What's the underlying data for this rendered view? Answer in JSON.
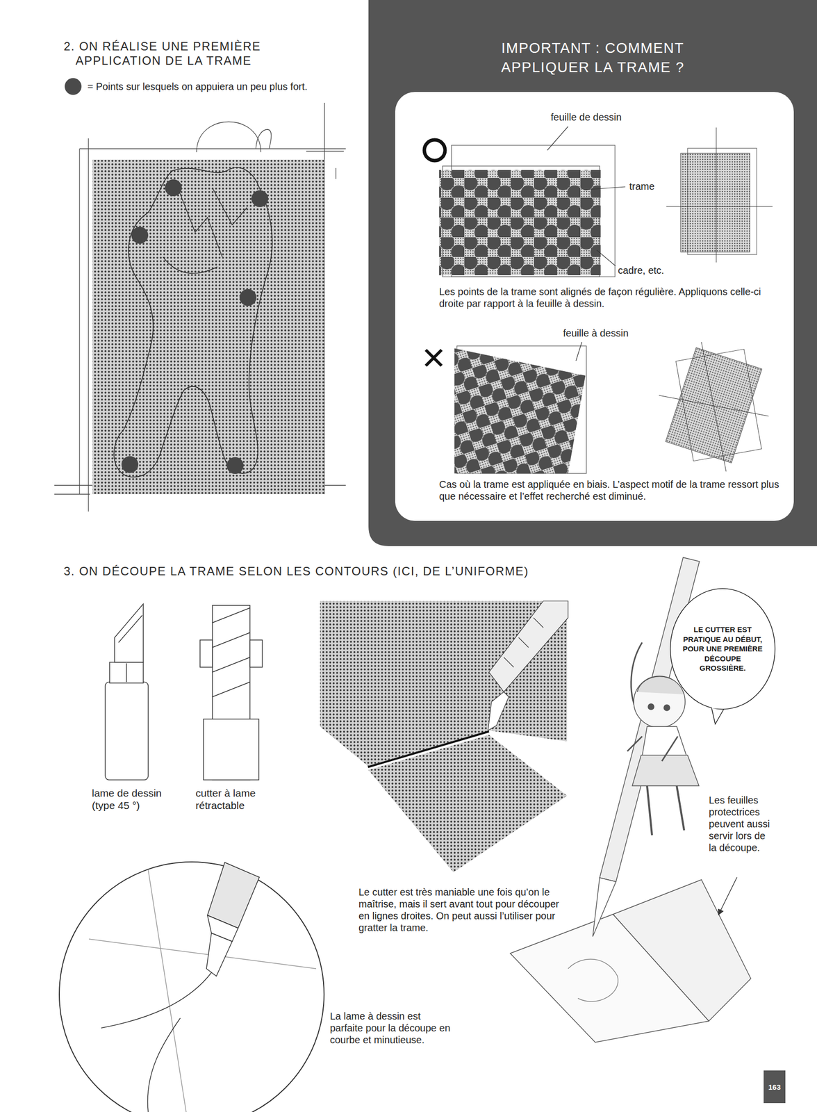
{
  "diagram": {
    "nodes": [
      {
        "text": [
          "IMPORTANT : COMMENT APPLIQUER LA TRAME ?"
        ]
      },
      {
        "text": [
          "feuille de dessin",
          "trame",
          "cadre, etc.",
          "Les points de la trame sont alignés de façon régulière. Appliquons celle-ci droite par rapport à la feuille à dessin.",
          "feuille à dessin",
          "Cas où la trame est appliquée en biais. L’aspect motif de la trame ressort plus que nécessaire et l’effet recherché est diminué."
        ],
        "in": 0
      },
      {
        "text": [
          "LE CUTTER EST PRATIQUE AU DÉBUT, POUR UNE PREMIÈRE DÉCOUPE GROSSIÈRE."
        ]
      },
      {
        "text": [
          "163"
        ]
      }
    ],
    "labels": [
      "2. ON RÉALISE UNE PREMIÈRE APPLICATION DE LA TRAME",
      "3. ON DÉCOUPE LA TRAME SELON LES CONTOURS (ICI, DE L’UNIFORME)",
      "lame de dessin (type 45 °)",
      "cutter à lame rétractable",
      "Le cutter est très maniable une fois qu’on le maîtrise, mais il sert avant tout pour découper en lignes droites. On peut aussi l’utiliser pour gratter la trame.",
      "La lame à dessin est parfaite pour la découpe en courbe et minutieuse.",
      "Les feuilles protectrices peuvent aussi servir lors de la découpe."
    ],
    "legend": [
      {
        "text": "= Points sur lesquels on appuiera un peu plus fort.",
        "color": "#4a4a4a"
      }
    ]
  }
}
